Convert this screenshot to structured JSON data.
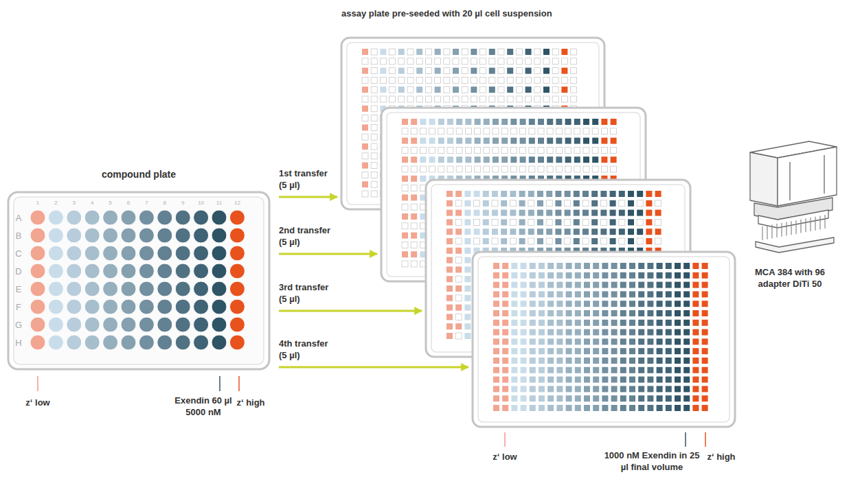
{
  "diagram": {
    "nodes": [
      {
        "text": [
          "compound plate"
        ]
      },
      {
        "text": [
          "assay plate pre-seeded with 20 µl cell suspension"
        ]
      },
      {
        "text": []
      },
      {
        "text": []
      },
      {
        "text": []
      },
      {
        "text": [
          "MCA 384 with 96 adapter DiTi 50"
        ]
      }
    ],
    "edges": [
      {
        "from": 0,
        "to": 1,
        "arrow": "to",
        "label": "1st transfer (5 µl)"
      },
      {
        "from": 0,
        "to": 2,
        "arrow": "to",
        "label": "2nd transfer (5 µl)"
      },
      {
        "from": 0,
        "to": 3,
        "arrow": "to",
        "label": "3rd transfer (5 µl)"
      },
      {
        "from": 0,
        "to": 4,
        "arrow": "to",
        "label": "4th transfer (5 µl)"
      }
    ],
    "labels": [
      "z‘ low",
      "Exendin 60 µl 5000 nM",
      "z‘ high",
      "z‘ low",
      "1000 nM Exendin in 25 µl final volume",
      "z‘ high",
      "1",
      "2",
      "3",
      "4",
      "5",
      "6",
      "7",
      "8",
      "9",
      "10",
      "11",
      "12",
      "A",
      "B",
      "C",
      "D",
      "E",
      "F",
      "G",
      "H"
    ]
  }
}
